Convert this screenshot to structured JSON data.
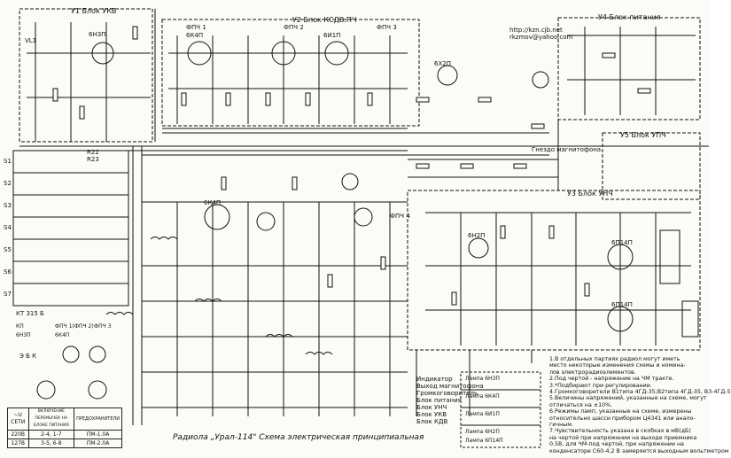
{
  "header": {
    "blocks": {
      "ukv": "У1 Блок УКВ",
      "kdvpch": "У2 Блок КСДВ.ПЧ",
      "power": "У4 Блок питания",
      "upch": "У5 Блок УПЧ",
      "unch": "У3 Блок УНЧ"
    },
    "url": "http://kzn.cjb.net",
    "email": "rkzmov@yahoo.com"
  },
  "lamps": {
    "l1": "6Н3П",
    "l2": "6К4П",
    "l3": "6И1П",
    "l4": "6К4П",
    "l5": "6Х2П",
    "l6": "6Н2П",
    "l7": "6П14П",
    "l8": "6П14П"
  },
  "filters": {
    "fps1": "ФПЧ 1",
    "fps2": "ФПЧ 2",
    "fps3": "ФПЧ 3",
    "fps4": "ФПЧ 4"
  },
  "switch_panel": {
    "rows": [
      "S1",
      "S2",
      "S3",
      "S4",
      "S5",
      "S6",
      "S7"
    ],
    "bottom_labels": [
      "КП",
      "ФПЧ 1(ФПЧ 2)",
      "ФПЧ 3",
      "6Н3П",
      "6К4П"
    ]
  },
  "left_labels": {
    "vl1": "VL1",
    "r22": "R22",
    "r23": "R23",
    "kt315": "КТ 315 Б",
    "ebk": "Э Б К"
  },
  "labels": {
    "magnet": "Гнездо магнитофона",
    "ind": "Индикатор",
    "magnet_out": "Выход магнитофона",
    "speaker": "Громкоговоритель",
    "power_block": "Блок питания",
    "unch_block": "Блок УНЧ",
    "ukv_block": "Блок УКВ",
    "kdv_block": "Блок КДВ",
    "lamp_6n3p": "Лампа 6Н3П",
    "lamp_6k4p": "Лампа 6К4П",
    "lamp_6i1p": "Лампа 6И1П",
    "lamp_6n2p": "Лампа 6Н2П",
    "lamp_6p14p": "Лампа 6П14П"
  },
  "voltage_table": {
    "head": [
      "~U СЕТИ",
      "ВКЛЮЧЕНИЕ ПЕРЕМЫЧЕК НА БЛОКЕ ПИТАНИЯ",
      "ПРЕДОХРАНИТЕЛИ"
    ],
    "rows": [
      [
        "220В",
        "2-4, 1-7",
        "ПМ-1.0А"
      ],
      [
        "127В",
        "3-5, 6-8",
        "ПМ-2.0А"
      ]
    ]
  },
  "title": "Радиола „Урал-114\" Схема электрическая принципиальная",
  "notes": [
    "1.В отдельных партиях радиол могут иметь",
    "место некоторые изменения схемы и номина-",
    "лов электрорадиоэлементов.",
    "2.Под чертой - напряжение на ЧМ тракте.",
    "3.*Подбирают при регулировании.",
    "4.Громкоговорители B1типа 4ГД-35;B2типа 4ГД-35, B3-4ГД-5",
    "5.Величины напряжений, указанные на схеме, могут",
    "отличаться на ±10%.",
    "6.Режимы ламп, указанные на схеме, измерены",
    "относительно шасси прибором Ц4341 или анало-",
    "гичным.",
    "7.Чувствительность указана в скобках в мВ(дБ)",
    "на чертой при напряжении на выходе приемника",
    "0.5В, для ЧМ-под чертой, при напряжении на",
    "конденсаторе С60-4,2 В замеряется выходным вольтметром"
  ],
  "colors": {
    "ink": "#111111",
    "paper": "#fbfbf8"
  }
}
